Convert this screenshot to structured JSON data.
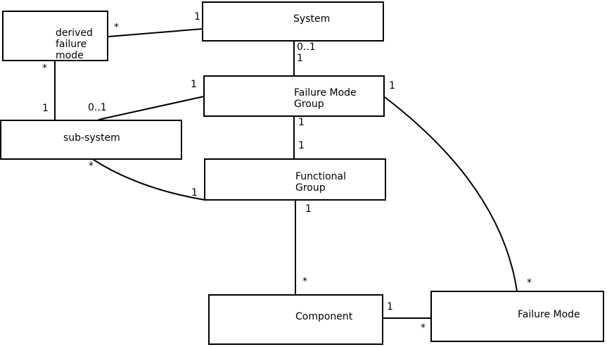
{
  "diagram": {
    "colors": {
      "background": "#ffffff",
      "box_fill": "#ffffff",
      "line": "#000000",
      "text": "#000000"
    },
    "boxes": {
      "derived_failure_mode": {
        "lines": [
          "derived",
          "failure",
          "mode"
        ]
      },
      "system": {
        "label": "System"
      },
      "failure_mode_group": {
        "lines": [
          "Failure Mode",
          "Group"
        ]
      },
      "sub_system": {
        "label": "sub-system"
      },
      "functional_group": {
        "lines": [
          "Functional",
          "Group"
        ]
      },
      "component": {
        "label": "Component"
      },
      "failure_mode": {
        "label": "Failure Mode"
      }
    },
    "multiplicities": [
      {
        "role": "derived-failure-mode--system, near derived failure mode",
        "text": "*"
      },
      {
        "role": "derived-failure-mode--system, near system",
        "text": "1"
      },
      {
        "role": "derived-failure-mode--sub-system, near derived failure mode",
        "text": "*"
      },
      {
        "role": "derived-failure-mode--sub-system, near sub-system",
        "text": "1"
      },
      {
        "role": "failure-mode-group--sub-system, near failure mode group",
        "text": "1"
      },
      {
        "role": "failure-mode-group--sub-system, near sub-system",
        "text": "0..1"
      },
      {
        "role": "system--failure-mode-group, near system",
        "text": "0..1"
      },
      {
        "role": "system--failure-mode-group, near failure mode group",
        "text": "1"
      },
      {
        "role": "failure-mode-group--functional-group, near failure mode group",
        "text": "1"
      },
      {
        "role": "failure-mode-group--functional-group, near functional group",
        "text": "1"
      },
      {
        "role": "functional-group--component, near functional group",
        "text": "1"
      },
      {
        "role": "functional-group--component, near component",
        "text": "*"
      },
      {
        "role": "sub-system--functional-group, near sub-system",
        "text": "*"
      },
      {
        "role": "sub-system--functional-group, near functional group",
        "text": "1"
      },
      {
        "role": "failure-mode-group--failure-mode, near failure mode group",
        "text": "1"
      },
      {
        "role": "failure-mode-group--failure-mode, near failure mode",
        "text": "*"
      },
      {
        "role": "component--failure-mode, near component",
        "text": "1"
      },
      {
        "role": "component--failure-mode, near failure mode",
        "text": "*"
      }
    ]
  }
}
